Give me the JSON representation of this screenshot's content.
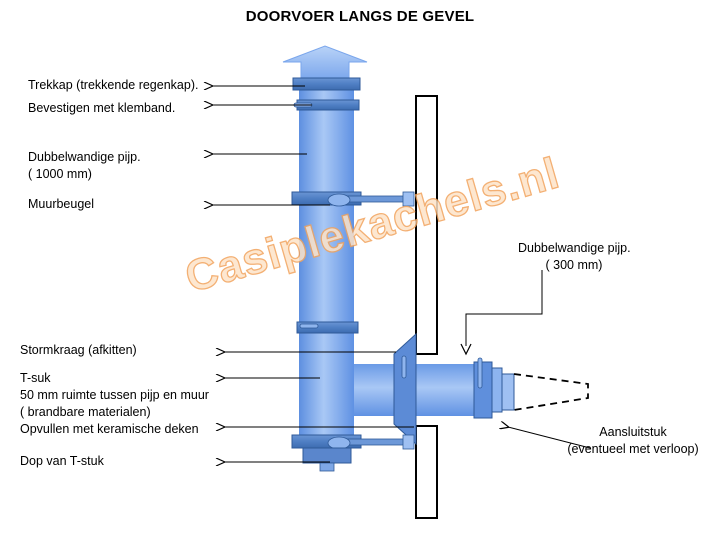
{
  "title": "DOORVOER LANGS DE GEVEL",
  "watermark": "Casiplekachels.nl",
  "labels": {
    "trekkap": "Trekkap (trekkende regenkap).",
    "bevestigen": "Bevestigen met klemband.",
    "dubbelwandig_1000_line1": "Dubbelwandige pijp.",
    "dubbelwandig_1000_line2": "( 1000 mm)",
    "muurbeugel": "Muurbeugel",
    "stormkraag": "Stormkraag (afkitten)",
    "tsuk_line1": "T-suk",
    "tsuk_line2": "50 mm ruimte tussen pijp en muur",
    "tsuk_line3": "( brandbare materialen)",
    "opvullen": "Opvullen met keramische deken",
    "dop": "Dop van T-stuk",
    "dubbelwandig_300_line1": "Dubbelwandige pijp.",
    "dubbelwandig_300_line2": "( 300 mm)",
    "aansluitstuk_line1": "Aansluitstuk",
    "aansluitstuk_line2": "(eventueel met verloop)"
  },
  "colors": {
    "pipe_light": "#a9c8f5",
    "pipe_mid": "#6f9fe8",
    "pipe_dark": "#4a7fd8",
    "band": "#4f7fc4",
    "band_edge": "#2f5a98",
    "wall": "#000000",
    "watermark_fill": "#fde3c8",
    "watermark_stroke": "#f2a35c"
  }
}
